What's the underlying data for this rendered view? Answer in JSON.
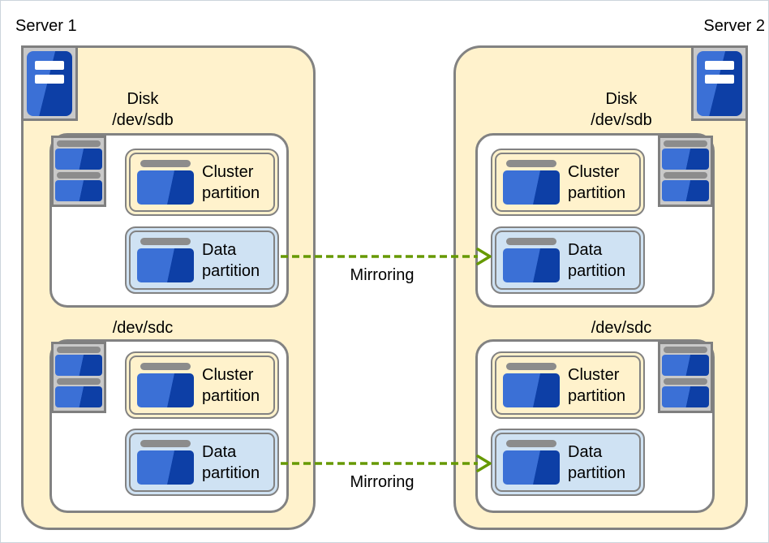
{
  "colors": {
    "beige": "#FFF2CC",
    "light_blue": "#CFE2F3",
    "blue_light": "#3B70D6",
    "blue_dark": "#0D3FA6",
    "gray_border": "#828282",
    "icon_bg": "#C9C9C9",
    "icon_border": "#7F7F7F",
    "bar_gray": "#8C8C8C",
    "arrow_green": "#669900",
    "text": "#000000",
    "page_border": "#CCD4DC"
  },
  "servers": [
    {
      "label": "Server 1",
      "icon": "server-tower-icon",
      "disks": [
        {
          "title": "Disk",
          "device": "/dev/sdb",
          "partitions": [
            {
              "label": "Cluster partition"
            },
            {
              "label": "Data partition"
            }
          ]
        },
        {
          "device": "/dev/sdc",
          "partitions": [
            {
              "label": "Cluster partition"
            },
            {
              "label": "Data partition"
            }
          ]
        }
      ]
    },
    {
      "label": "Server 2",
      "icon": "server-tower-icon",
      "disks": [
        {
          "title": "Disk",
          "device": "/dev/sdb",
          "partitions": [
            {
              "label": "Cluster partition"
            },
            {
              "label": "Data partition"
            }
          ]
        },
        {
          "device": "/dev/sdc",
          "partitions": [
            {
              "label": "Cluster partition"
            },
            {
              "label": "Data partition"
            }
          ]
        }
      ]
    }
  ],
  "mirroring": [
    {
      "label": "Mirroring"
    },
    {
      "label": "Mirroring"
    }
  ]
}
